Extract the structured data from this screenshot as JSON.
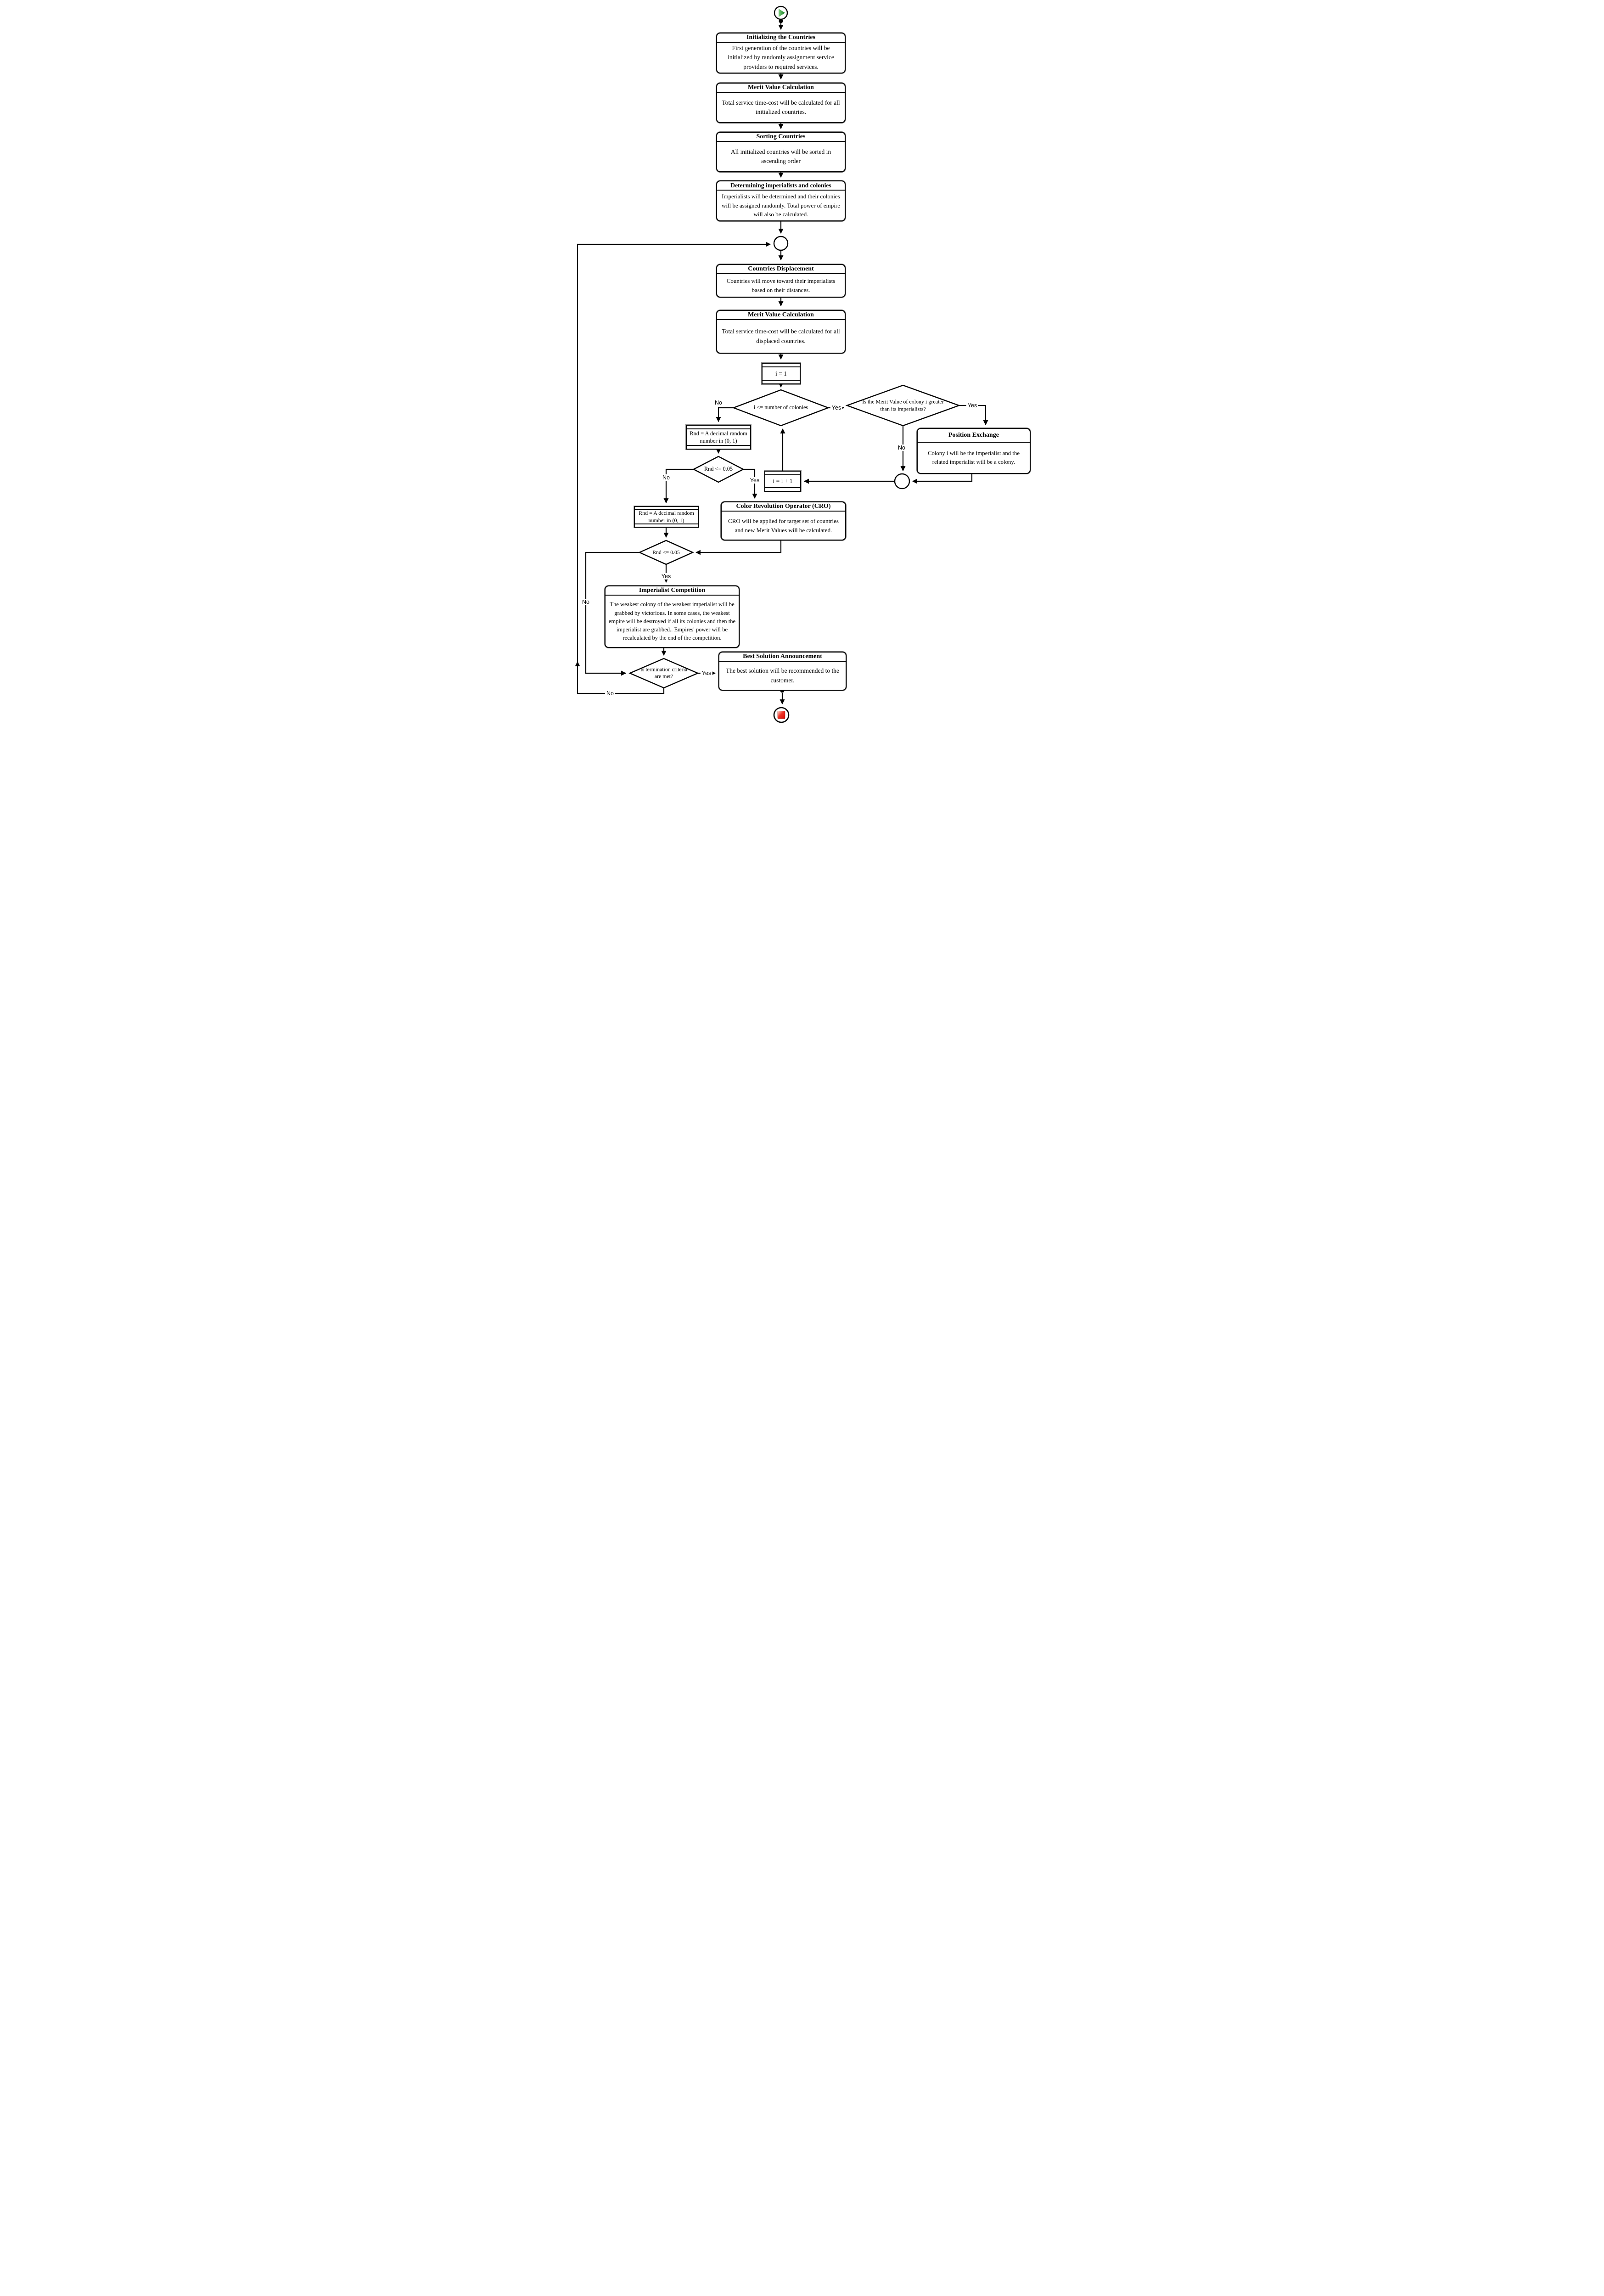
{
  "diagram": {
    "colors": {
      "line": "#000000",
      "start_green": "#2EA43B",
      "stop_red": "#E3170D"
    },
    "nodes": {
      "init": {
        "title": "Initializing the Countries",
        "body": "First generation of the countries will be initialized by randomly assignment service providers to required services."
      },
      "merit1": {
        "title": "Merit Value Calculation",
        "body": "Total service time-cost will be calculated for all initialized countries."
      },
      "sorting": {
        "title": "Sorting Countries",
        "body": "All initialized countries will be sorted in ascending order"
      },
      "determining": {
        "title": "Determining imperialists and colonies",
        "body": "Imperialists will be determined and their colonies will be assigned randomly. Total power of empire will also be calculated."
      },
      "displacement": {
        "title": "Countries Displacement",
        "body": "Countries will move toward their imperialists based on their distances."
      },
      "merit2": {
        "title": "Merit Value Calculation",
        "body": "Total service time-cost will be calculated for all displaced countries."
      },
      "set_i": {
        "label": "i = 1"
      },
      "colonies_check": {
        "label": "i <= number of colonies"
      },
      "merit_check": {
        "label": "Is the Merit Value of colony i greater than its imperialists?"
      },
      "position_exchange": {
        "title": "Position Exchange",
        "body": "Colony i will be the imperialist and the related imperialist will be a colony."
      },
      "rnd1": {
        "label": "Rnd = A decimal random number in (0, 1)"
      },
      "rnd1_check": {
        "label": "Rnd <= 0.05"
      },
      "increment_i": {
        "label": "i = i + 1"
      },
      "rnd2": {
        "label": "Rnd = A decimal random number in (0, 1)"
      },
      "cro": {
        "title": "Color Revolution Operator (CRO)",
        "body": "CRO will be applied for target set of countries and new Merit Values will be calculated."
      },
      "rnd2_check": {
        "label": "Rnd <= 0.05"
      },
      "competition": {
        "title": "Imperialist Competition",
        "body": "The weakest colony of the weakest imperialist will be grabbed by victorious. In some cases, the weakest empire will be destroyed if all its colonies and then the imperialist are grabbed.. Empires' power will be recalculated by the end of the competition."
      },
      "termination_check": {
        "label": "Is termination criteria are met?"
      },
      "best": {
        "title": "Best Solution Announcement",
        "body": "The best solution will be recommended to the customer."
      }
    },
    "edge_labels": {
      "colonies_no": "No",
      "colonies_yes": "Yes",
      "merit_yes": "Yes",
      "merit_no": "No",
      "rnd1_yes": "Yes",
      "rnd1_no": "No",
      "rnd2_yes": "Yes",
      "rnd2_no": "No",
      "termination_yes": "Yes",
      "termination_no": "No"
    }
  }
}
